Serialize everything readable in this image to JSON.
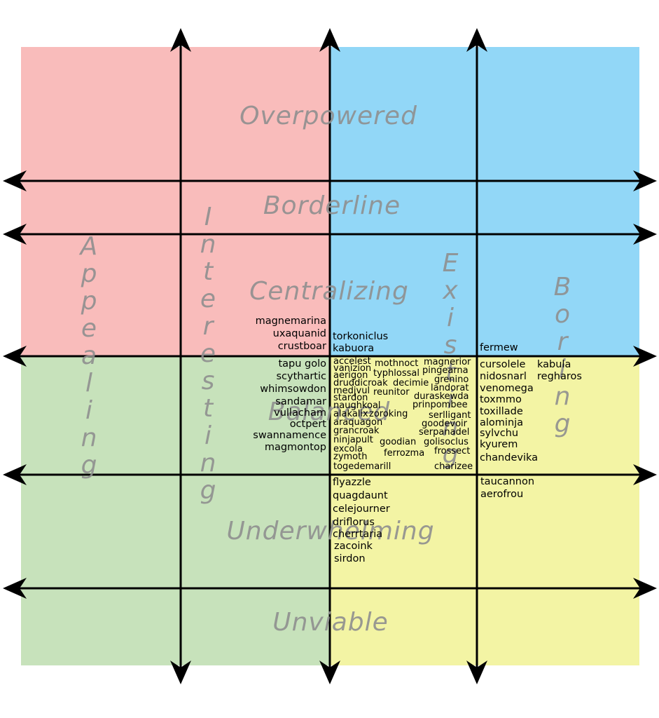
{
  "colors": {
    "top_left": "#f9bcbb",
    "top_right": "#92d7f7",
    "bottom_left": "#c7e2bb",
    "bottom_right": "#f3f4a4",
    "axis": "#000000",
    "label": "#8f8f8f"
  },
  "row_labels": [
    "Overpowered",
    "Borderline",
    "Centralizing",
    "Balanced",
    "Underwhelming",
    "Unviable"
  ],
  "column_labels": [
    "Appealing",
    "Interesting",
    "Existing",
    "Boring"
  ],
  "entries": {
    "col1_row3": [
      "magnemarina",
      "uxaquanid",
      "crustboar"
    ],
    "col1_row4": [
      "tapu golo",
      "scythartic",
      "whimsowdon",
      "sandamar",
      "vullacham",
      "octpert",
      "swannamence",
      "magmontop"
    ],
    "col2_row3": [
      "torkoniclus",
      "kabuora"
    ],
    "col2_row4": [
      "accelest",
      "vanizion",
      "aerigon",
      "druddicroak",
      "medjvul",
      "stardon",
      "naughkoal",
      "alakalix",
      "araquagon",
      "grancroak",
      "ninjapult",
      "excola",
      "zymoth",
      "togedemarill",
      "mothnoct",
      "typhlossal",
      "decimie",
      "reunitor",
      "zoroking",
      "goodian",
      "ferrozma",
      "magnerior",
      "pingearna",
      "grenino",
      "landorat",
      "duraskewda",
      "prinpombee",
      "serlligant",
      "goodevoir",
      "serpanadel",
      "golisoclus",
      "frossect",
      "charizee"
    ],
    "col2_row5": [
      "flyazzle",
      "quagdaunt",
      "celejourner",
      "driflorus",
      "cherrtaria",
      "zacoink",
      "sirdon"
    ],
    "col3_row3": [
      "fermew"
    ],
    "col3_row4": [
      "cursolele",
      "nidosnarl",
      "venomega",
      "toxmmo",
      "toxillade",
      "alominja",
      "sylvchu",
      "kyurem",
      "chandevika",
      "kabula",
      "regharos"
    ],
    "col3_row5": [
      "taucannon",
      "aerofrou"
    ]
  }
}
